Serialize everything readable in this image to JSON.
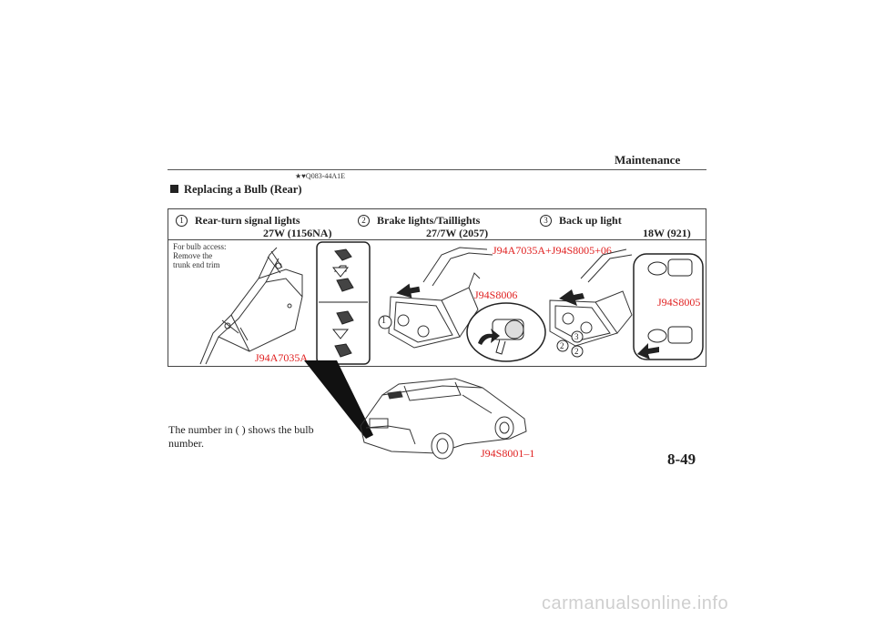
{
  "header": {
    "section_title": "Maintenance",
    "doc_code": "★♥Q083-44A1E"
  },
  "heading": "Replacing a Bulb (Rear)",
  "bulbs": [
    {
      "number": "1",
      "name": "Rear-turn signal lights",
      "spec": "27W (1156NA)"
    },
    {
      "number": "2",
      "name": "Brake lights/Taillights",
      "spec": "27/7W (2057)"
    },
    {
      "number": "3",
      "name": "Back up light",
      "spec": "18W (921)"
    }
  ],
  "access_note": [
    "For bulb access:",
    "Remove the",
    "trunk end trim"
  ],
  "figure_refs": {
    "trim": "J94A7035A",
    "combo": "J94A7035A+J94S8005+06",
    "socket_left": "J94S8006",
    "socket_right": "J94S8005",
    "car": "J94S8001–1"
  },
  "callouts": {
    "left_1": "1",
    "right_2a": "2",
    "right_2b": "2",
    "right_3": "3"
  },
  "footer_note": "The number in (  ) shows the bulb number.",
  "page_number": "8-49",
  "watermark": "carmanualsonline.info",
  "colors": {
    "reference_red": "#e02020",
    "text": "#222222"
  }
}
